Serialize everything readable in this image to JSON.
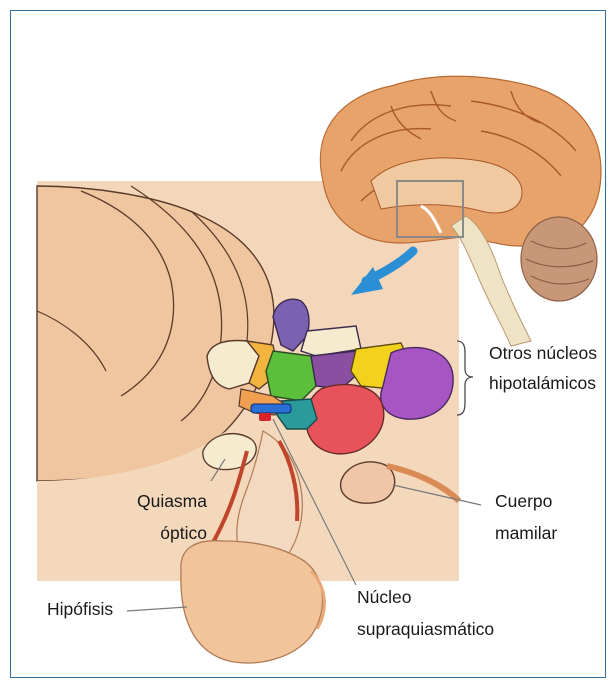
{
  "diagram": {
    "labels": {
      "other_nuclei_line1": "Otros núcleos",
      "other_nuclei_line2": "hipotalámicos",
      "mammillary_line1": "Cuerpo",
      "mammillary_line2": "mamilar",
      "chiasm_line1": "Quiasma",
      "chiasm_line2": "óptico",
      "pituitary": "Hipófisis",
      "scn_line1": "Núcleo",
      "scn_line2": "supraquiasmático"
    },
    "colors": {
      "frame_border": "#2e6f9e",
      "tissue": "#f2d2b2",
      "tissue_dark": "#d98a55",
      "brain": "#e8a36a",
      "cerebellum": "#c79778",
      "arrow": "#2b8fd6",
      "nucleus_purple_top": "#7a62b0",
      "nucleus_green": "#5cbf3b",
      "nucleus_yellow": "#f2d21c",
      "nucleus_orange": "#f3b43f",
      "nucleus_red": "#e8535b",
      "nucleus_violet": "#a655c2",
      "nucleus_teal": "#2a9a9a",
      "nucleus_pale": "#f5ecd0",
      "scn_blue": "#2a6fd6",
      "scn_red": "#d9232b"
    }
  }
}
